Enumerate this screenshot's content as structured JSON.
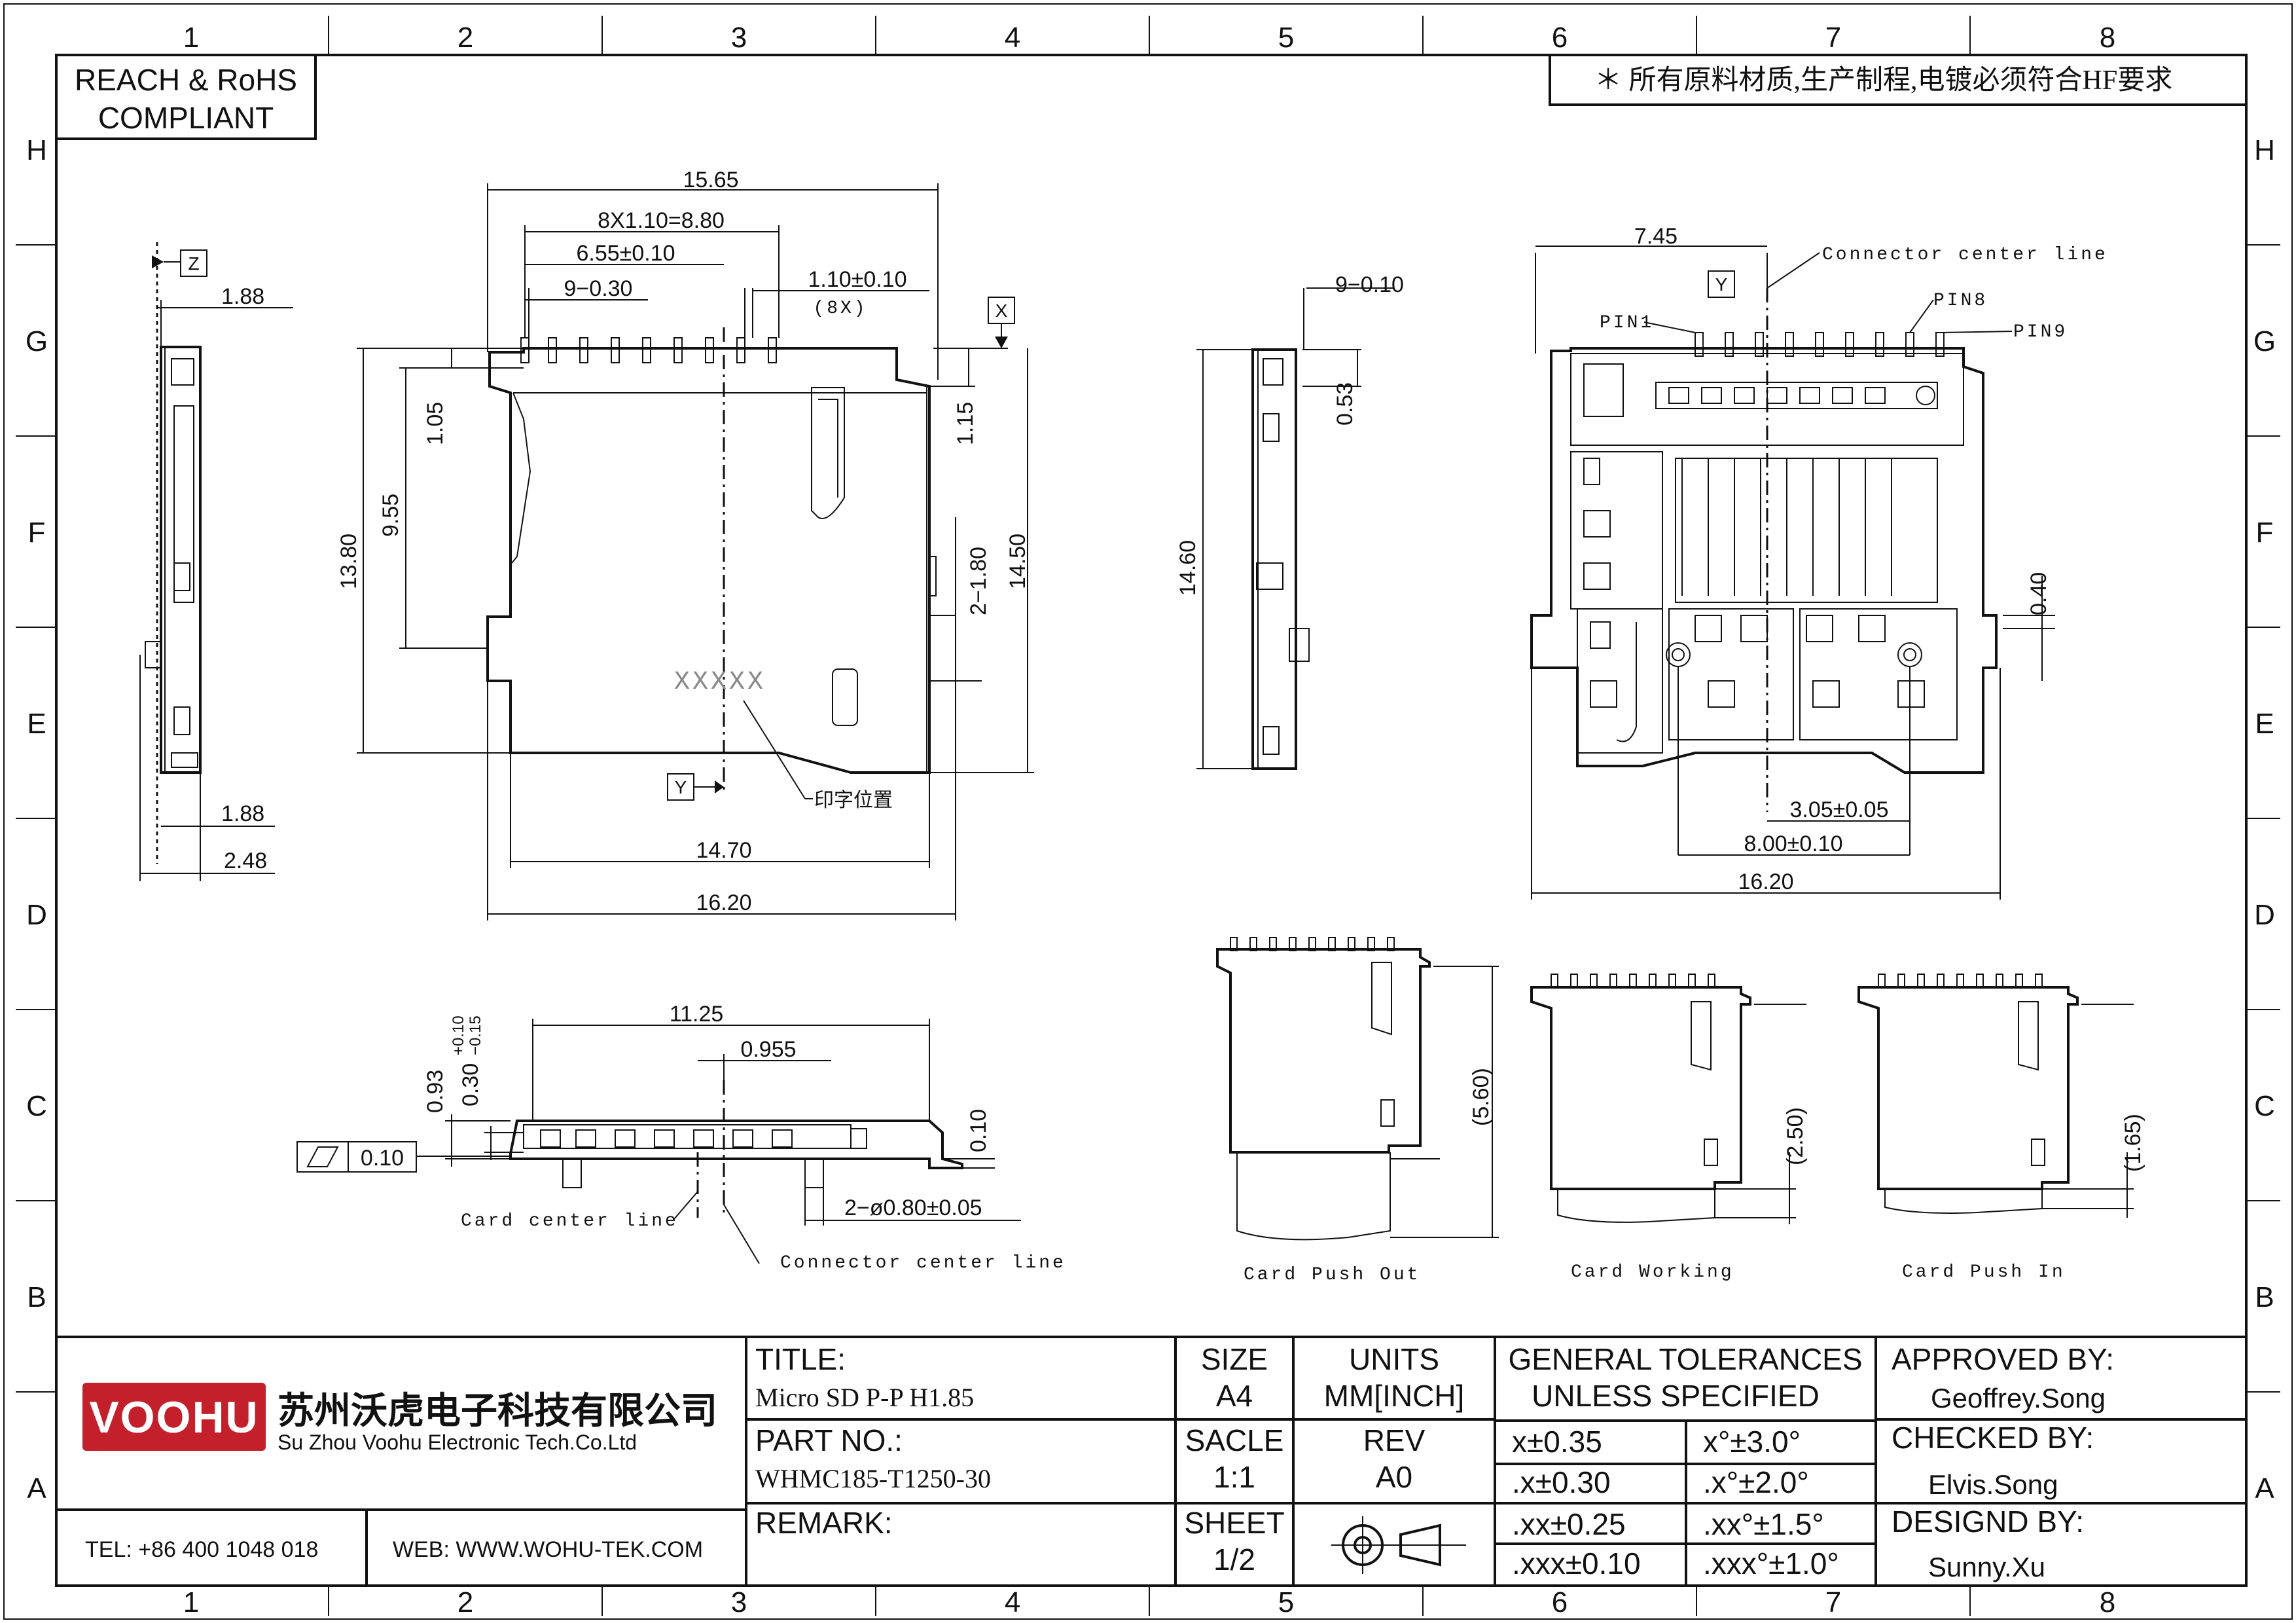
{
  "zones": {
    "columns": [
      "1",
      "2",
      "3",
      "4",
      "5",
      "6",
      "7",
      "8"
    ],
    "rows": [
      "H",
      "G",
      "F",
      "E",
      "D",
      "C",
      "B",
      "A"
    ]
  },
  "compliance": {
    "line1": "REACH & RoHS",
    "line2": "COMPLIANT"
  },
  "note_top": "＊ 所有原料材质,生产制程,电镀必须符合HF要求",
  "datums": {
    "z": "Z",
    "x": "X",
    "y1": "Y",
    "y2": "Y"
  },
  "side_view": {
    "d1": "1.88",
    "d2": "1.88",
    "d3": "2.48"
  },
  "top_view": {
    "d_total_top": "15.65",
    "d_pitch": "8X1.10=8.80",
    "d_655": "6.55±0.10",
    "d_pins": "9−0.30",
    "d_110": "1.10±0.10",
    "d_110_note": "(8X)",
    "d_105": "1.05",
    "d_955": "9.55",
    "d_1380": "13.80",
    "d_115": "1.15",
    "d_2180": "2−1.80",
    "d_1450": "14.50",
    "d_1470": "14.70",
    "d_1620": "16.20",
    "marking": "XXXXX",
    "marking_note": "印字位置"
  },
  "end_view": {
    "d_pins": "9−0.10",
    "d_053": "0.53",
    "d_1460": "14.60"
  },
  "bottom_view": {
    "d_745": "7.45",
    "center_line": "Connector center line",
    "pin1": "PIN1",
    "pin8": "PIN8",
    "pin9": "PIN9",
    "d_040": "0.40",
    "d_305": "3.05±0.05",
    "d_800": "8.00±0.10",
    "d_1620": "16.20"
  },
  "front_view": {
    "d_1125": "11.25",
    "d_0955": "0.955",
    "d_093": "0.93",
    "d_030": "0.30",
    "d_030_up": "+0.10",
    "d_030_dn": "−0.15",
    "d_010": "0.10",
    "flatness": "0.10",
    "d_holes": "2−ø0.80±0.05",
    "card_center": "Card center line",
    "connector_center": "Connector center line"
  },
  "states": {
    "push_out": {
      "label": "Card Push Out",
      "dim": "(5.60)"
    },
    "working": {
      "label": "Card Working",
      "dim": "(2.50)"
    },
    "push_in": {
      "label": "Card Push In",
      "dim": "(1.65)"
    }
  },
  "title_block": {
    "logo": "VOOHU",
    "company_cn": "苏州沃虎电子科技有限公司",
    "company_en": "Su Zhou Voohu Electronic Tech.Co.Ltd",
    "tel": "TEL: +86 400 1048 018",
    "web": "WEB: WWW.WOHU-TEK.COM",
    "title_label": "TITLE:",
    "title_value": "Micro SD P-P H1.85",
    "part_label": "PART NO.:",
    "part_value": "WHMC185-T1250-30",
    "remark_label": "REMARK:",
    "size_label": "SIZE",
    "size_value": "A4",
    "units_label": "UNITS",
    "units_value": "MM[INCH]",
    "scale_label": "SACLE",
    "scale_value": "1:1",
    "rev_label": "REV",
    "rev_value": "A0",
    "sheet_label": "SHEET",
    "sheet_value": "1/2",
    "tol_head1": "GENERAL TOLERANCES",
    "tol_head2": "UNLESS SPECIFIED",
    "tolerances": [
      [
        "x±0.35",
        "x°±3.0°"
      ],
      [
        ".x±0.30",
        ".x°±2.0°"
      ],
      [
        ".xx±0.25",
        ".xx°±1.5°"
      ],
      [
        ".xxx±0.10",
        ".xxx°±1.0°"
      ]
    ],
    "approved_label": "APPROVED BY:",
    "approved_name": "Geoffrey.Song",
    "checked_label": "CHECKED BY:",
    "checked_name": "Elvis.Song",
    "designed_label": "DESIGND BY:",
    "designed_name": "Sunny.Xu"
  },
  "colors": {
    "logo_bg": "#c4202b",
    "link": "#1d3f8f"
  }
}
